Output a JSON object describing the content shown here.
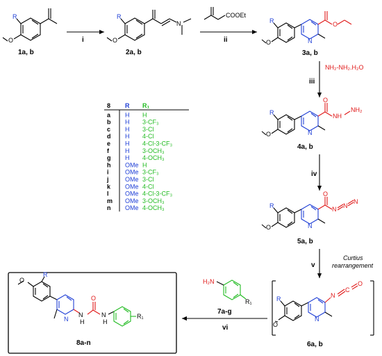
{
  "compounds": {
    "c1": "1a, b",
    "c2": "2a, b",
    "c3": "3a, b",
    "c4": "4a, b",
    "c5": "5a, b",
    "c6": "6a, b",
    "c7": "7a-g",
    "c8": "8a-n"
  },
  "steps": {
    "i": "i",
    "ii": "ii",
    "iii": "iii",
    "iv": "iv",
    "v": "v",
    "vi": "vi",
    "curtius_line1": "Curtius",
    "curtius_line2": "rearrangement"
  },
  "reagents": {
    "hydrazine": "NH₂-NH₂.H₂O",
    "ester_cooet": "COOEt"
  },
  "atoms": {
    "R": "R",
    "R1": "R₁",
    "O": "O",
    "N": "N",
    "H": "H",
    "H2N": "H₂N",
    "NH": "NH",
    "NH2": "NH₂",
    "NCO_N": "N",
    "NCO_C": "C",
    "NCO_O": "O"
  },
  "colors": {
    "blue": "#1f3fd6",
    "red": "#e01818",
    "green": "#22bb22",
    "black": "#000000"
  },
  "table": {
    "headers": [
      "8",
      "R",
      "R₁"
    ],
    "rows": [
      [
        "a",
        "H",
        "H"
      ],
      [
        "b",
        "H",
        "3-CF₃"
      ],
      [
        "c",
        "H",
        "3-Cl"
      ],
      [
        "d",
        "H",
        "4-Cl"
      ],
      [
        "e",
        "H",
        "4-Cl-3-CF₃"
      ],
      [
        "f",
        "H",
        "3-OCH₃"
      ],
      [
        "g",
        "H",
        "4-OCH₃"
      ],
      [
        "h",
        "OMe",
        "H"
      ],
      [
        "i",
        "OMe",
        "3-CF₃"
      ],
      [
        "j",
        "OMe",
        "3-Cl"
      ],
      [
        "k",
        "OMe",
        "4-Cl"
      ],
      [
        "l",
        "OMe",
        "4-Cl-3-CF₃"
      ],
      [
        "m",
        "OMe",
        "3-OCH₃"
      ],
      [
        "n",
        "OMe",
        "4-OCH₃"
      ]
    ]
  }
}
